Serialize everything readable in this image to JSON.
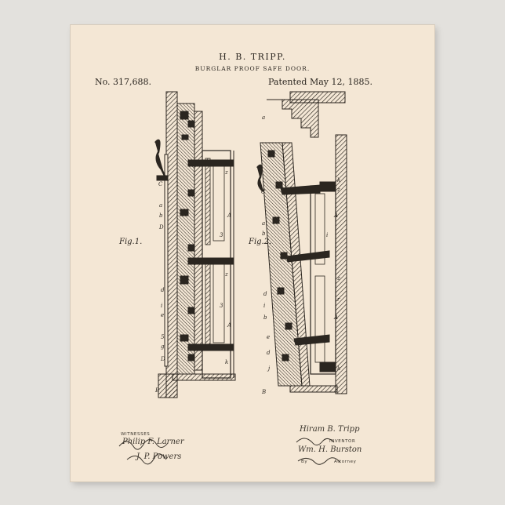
{
  "header": {
    "inventor_name": "H. B. TRIPP.",
    "invention_title": "BURGLAR PROOF SAFE DOOR.",
    "patent_number": "No. 317,688.",
    "patent_date": "Patented May 12, 1885."
  },
  "figures": {
    "fig1_label": "Fig.1.",
    "fig2_label": "Fig.2."
  },
  "footer": {
    "witnesses_label": "WITNESSES",
    "inventor_label": "INVENTOR",
    "by_label": "By",
    "attorney_label": "Attorney",
    "inventor_signature": "Hiram B. Tripp",
    "attorney_signature": "Wm. H. Burston",
    "witness1_signature": "Philip F. Larner",
    "witness2_signature": "J. P. Powers"
  },
  "colors": {
    "paper": "#f4e7d5",
    "ink": "#2b2620",
    "wall": "#e3e1dd"
  }
}
